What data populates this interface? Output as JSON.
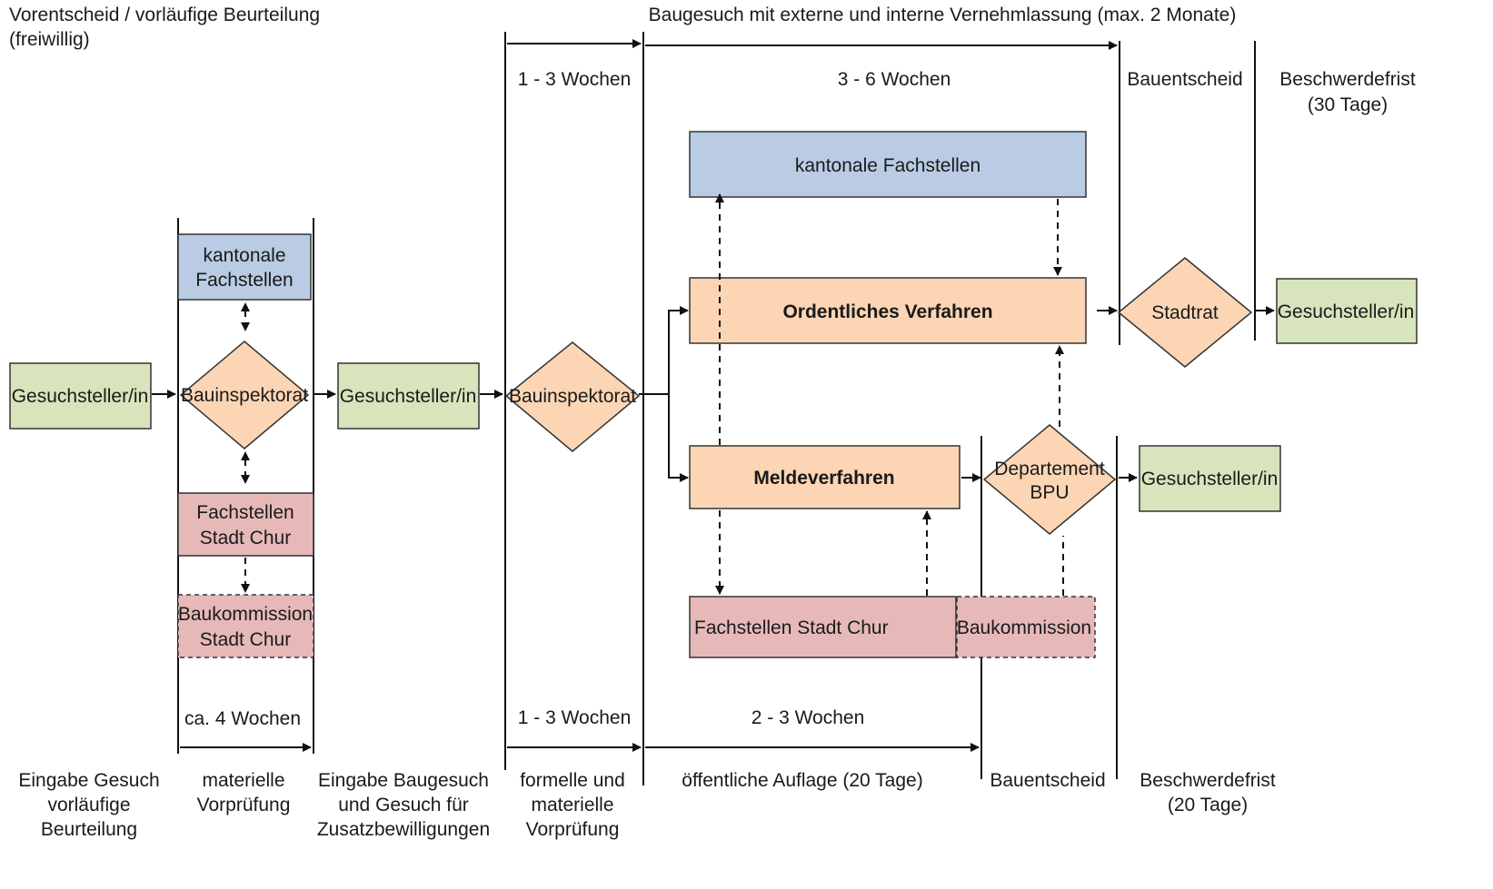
{
  "labels": {
    "top_left_title_1": "Vorentscheid / vorläufige Beurteilung",
    "top_left_title_2": "(freiwillig)",
    "top_title": "Baugesuch mit externe und interne Vernehmlassung (max. 2 Monate)",
    "dur_1_3_top": "1 - 3 Wochen",
    "dur_3_6": "3 - 6 Wochen",
    "bauentscheid_top": "Bauentscheid",
    "beschwerdefrist_top_1": "Beschwerdefrist",
    "beschwerdefrist_top_2": "(30 Tage)",
    "dur_ca4": "ca. 4 Wochen",
    "dur_1_3_bottom": "1 - 3 Wochen",
    "dur_2_3": "2 - 3 Wochen"
  },
  "boxes": {
    "gesuchsteller_1": "Gesuchsteller/in",
    "kantonale_small_1": "kantonale",
    "kantonale_small_2": "Fachstellen",
    "bauinspektorat_1": "Bauinspektorat",
    "fachstellen_small_1": "Fachstellen",
    "fachstellen_small_2": "Stadt Chur",
    "baukommission_small_1": "Baukommission",
    "baukommission_small_2": "Stadt Chur",
    "gesuchsteller_2": "Gesuchsteller/in",
    "bauinspektorat_2": "Bauinspektorat",
    "kantonale_big": "kantonale Fachstellen",
    "ordentliches": "Ordentliches Verfahren",
    "meldeverfahren": "Meldeverfahren",
    "fachstellen_big": "Fachstellen Stadt Chur",
    "baukommission_big": "Baukommission",
    "stadtrat": "Stadtrat",
    "departement_1": "Departement",
    "departement_2": "BPU",
    "gesuchsteller_3": "Gesuchsteller/in",
    "gesuchsteller_4": "Gesuchsteller/in"
  },
  "phases": {
    "eingabe_gesuch_1": "Eingabe Gesuch",
    "eingabe_gesuch_2": "vorläufige",
    "eingabe_gesuch_3": "Beurteilung",
    "materielle_1": "materielle",
    "materielle_2": "Vorprüfung",
    "eingabe_bau_1": "Eingabe Baugesuch",
    "eingabe_bau_2": "und Gesuch für",
    "eingabe_bau_3": "Zusatzbewilligungen",
    "formelle_1": "formelle und",
    "formelle_2": "materielle",
    "formelle_3": "Vorprüfung",
    "auflage": "öffentliche Auflage (20 Tage)",
    "bauentscheid_bottom": "Bauentscheid",
    "beschwerde_bottom_1": "Beschwerdefrist",
    "beschwerde_bottom_2": "(20 Tage)"
  },
  "colors": {
    "blue": "#b9cce4",
    "orange": "#fcd5b4",
    "green": "#d7e4bc",
    "pink": "#e6b9b8"
  }
}
